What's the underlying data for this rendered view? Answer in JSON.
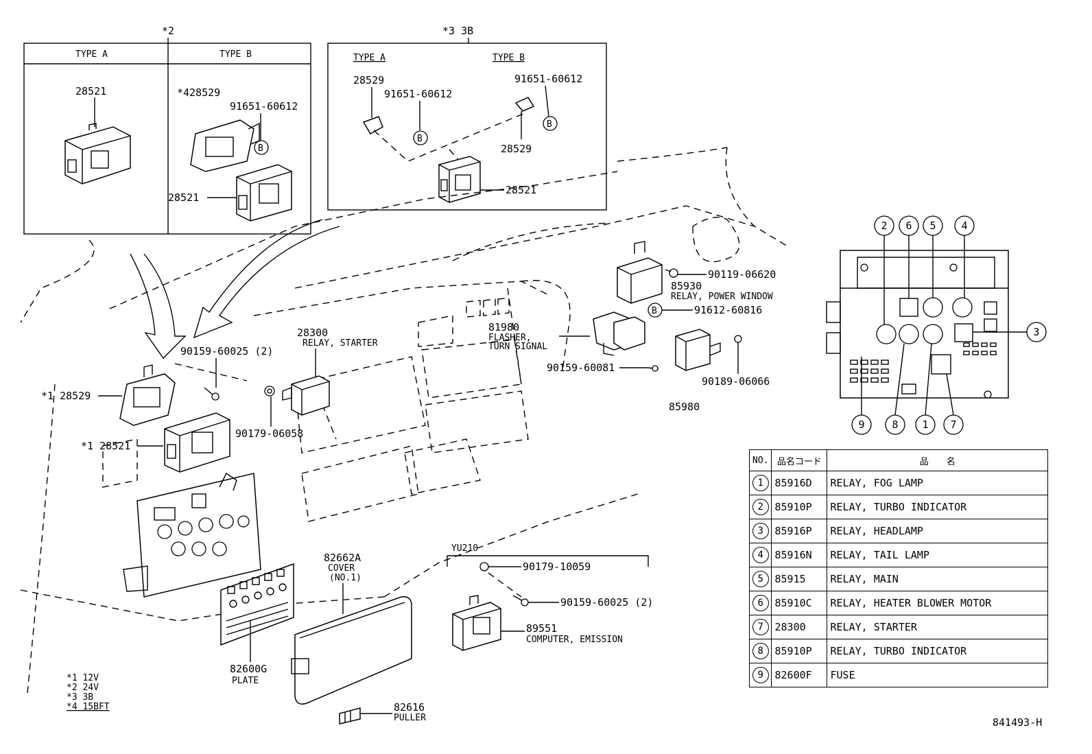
{
  "type2_box": {
    "note": "*2",
    "type_a_label": "TYPE A",
    "type_b_label": "TYPE B",
    "a_part": "28521",
    "b_part_1": "*428529",
    "b_part_2": "91651-60612",
    "b_part_3": "28521",
    "b_mark": "B"
  },
  "type3_box": {
    "note": "*3 3B",
    "type_a_label": "TYPE A",
    "type_b_label": "TYPE B",
    "a_part_1": "28529",
    "a_part_2": "91651-60612",
    "b_part_1": "91651-60612",
    "b_part_2": "28529",
    "common_part": "28521",
    "mark": "B"
  },
  "labels": {
    "relay_starter_no": "28300",
    "relay_starter_name": "RELAY, STARTER",
    "flasher_no": "81980",
    "flasher_name_1": "FLASHER,",
    "flasher_name_2": "TURN SIGNAL",
    "pw_bolt": "90119-06620",
    "pw_relay_no": "85930",
    "pw_relay_name": "RELAY, POWER WINDOW",
    "bolt_91612": "91612-60816",
    "mark_b": "B",
    "screw_90159_2": "90159-60025 (2)",
    "screw_90159_81": "90159-60081",
    "clip_90189": "90189-06066",
    "relay_85980": "85980",
    "nut_90179": "90179-06058",
    "left_28529": "*1 28529",
    "left_28521": "*1 28521",
    "cover_no": "82662A",
    "cover_name_1": "COVER",
    "cover_name_2": "(NO.1)",
    "plate_no": "82600G",
    "plate_name": "PLATE",
    "puller_no": "82616",
    "puller_name": "PULLER",
    "yu_title": "YU210",
    "yu_nut": "90179-10059",
    "yu_screw": "90159-60025 (2)",
    "yu_computer_no": "89551",
    "yu_computer_name": "COMPUTER, EMISSION"
  },
  "notes": {
    "n1": "*1  12V",
    "n2": "*2  24V",
    "n3": "*3  3B",
    "n4": "*4  15BFT"
  },
  "junction_callouts": [
    "2",
    "6",
    "5",
    "4",
    "3",
    "9",
    "8",
    "1",
    "7"
  ],
  "legend": {
    "header_no": "NO.",
    "header_code": "品名コード",
    "header_name": "品　　名",
    "rows": [
      {
        "no": "1",
        "code": "85916D",
        "name": "RELAY, FOG LAMP"
      },
      {
        "no": "2",
        "code": "85910P",
        "name": "RELAY, TURBO INDICATOR"
      },
      {
        "no": "3",
        "code": "85916P",
        "name": "RELAY, HEADLAMP"
      },
      {
        "no": "4",
        "code": "85916N",
        "name": "RELAY, TAIL LAMP"
      },
      {
        "no": "5",
        "code": "85915",
        "name": "RELAY, MAIN"
      },
      {
        "no": "6",
        "code": "85910C",
        "name": "RELAY, HEATER BLOWER MOTOR"
      },
      {
        "no": "7",
        "code": "28300",
        "name": "RELAY, STARTER"
      },
      {
        "no": "8",
        "code": "85910P",
        "name": "RELAY, TURBO INDICATOR"
      },
      {
        "no": "9",
        "code": "82600F",
        "name": "FUSE"
      }
    ]
  },
  "drawing_no": "841493-H"
}
